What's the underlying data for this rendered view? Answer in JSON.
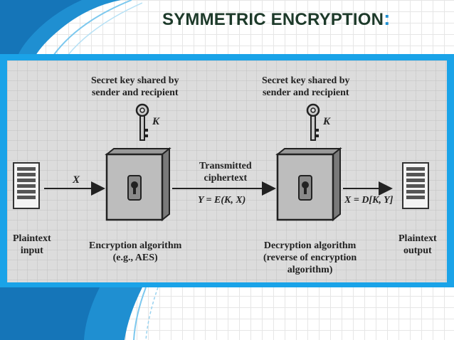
{
  "slide": {
    "title": "SYMMETRIC ENCRYPTION",
    "title_colon": ":"
  },
  "colors": {
    "panel": "#1aa3e8",
    "title": "#1d3a2a",
    "accent": "#1f8fd1"
  },
  "diagram": {
    "key_label_left": [
      "Secret key shared by",
      "sender and recipient"
    ],
    "key_label_right": [
      "Secret key shared by",
      "sender and recipient"
    ],
    "key_symbol": "K",
    "plaintext_input": [
      "Plaintext",
      "input"
    ],
    "plaintext_output": [
      "Plaintext",
      "output"
    ],
    "x_symbol": "X",
    "transmitted": [
      "Transmitted",
      "ciphertext"
    ],
    "y_formula": "Y = E(K, X)",
    "x_formula": "X = D[K, Y]",
    "encryption": [
      "Encryption algorithm",
      "(e.g., AES)"
    ],
    "decryption": [
      "Decryption algorithm",
      "(reverse of encryption",
      "algorithm)"
    ]
  }
}
